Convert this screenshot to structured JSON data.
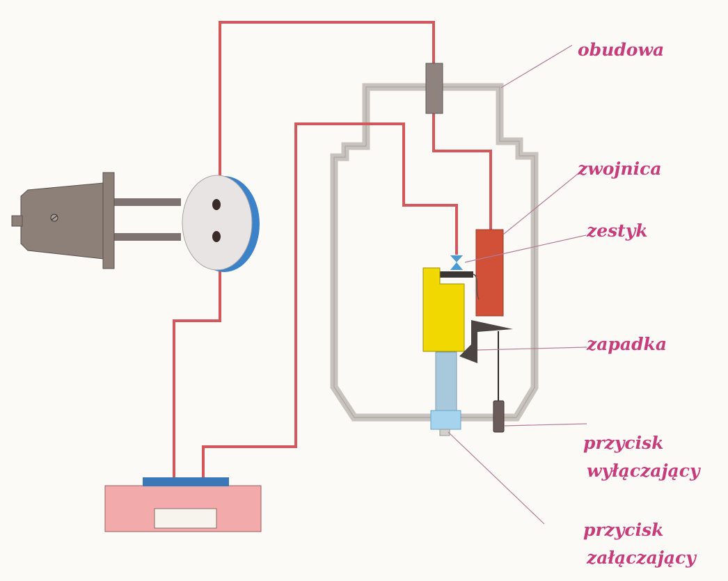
{
  "labels": {
    "housing": "obudowa",
    "coil": "zwojnica",
    "contact": "zestyk",
    "latch": "zapadka",
    "off_button": [
      "przycisk",
      "wyłączający"
    ],
    "on_button": [
      "przycisk",
      "załączający"
    ]
  },
  "colors": {
    "wire": "#d2585c",
    "housing": "#c9c3bd",
    "label_text": "#c73c7a",
    "leader_line": "#b37a9a",
    "coil": "#d05038",
    "latch_body": "#f0d800",
    "socket_rim": "#3b82c8",
    "plug_body": "#8c8079",
    "on_switch_base": "#f2aaaa",
    "off_button_cap": "#a6d4ee"
  }
}
